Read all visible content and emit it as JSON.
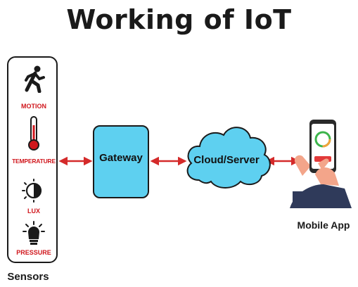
{
  "title": "Working of IoT",
  "sensors": {
    "items": [
      {
        "label": "MOTION",
        "icon": "running-person-icon"
      },
      {
        "label": "TEMPERATURE",
        "icon": "thermometer-icon"
      },
      {
        "label": "LUX",
        "icon": "light-level-icon"
      },
      {
        "label": "PRESSURE",
        "icon": "pressure-sensor-icon"
      }
    ],
    "caption": "Sensors"
  },
  "nodes": {
    "gateway": "Gateway",
    "cloud": "Cloud/Server",
    "mobile": "Mobile App"
  },
  "colors": {
    "arrow": "#d42a2a",
    "sensor_label": "#d0161c",
    "gateway_fill": "#5ed0f0",
    "cloud_fill": "#5ed0f0",
    "outline": "#1a1a1a"
  }
}
